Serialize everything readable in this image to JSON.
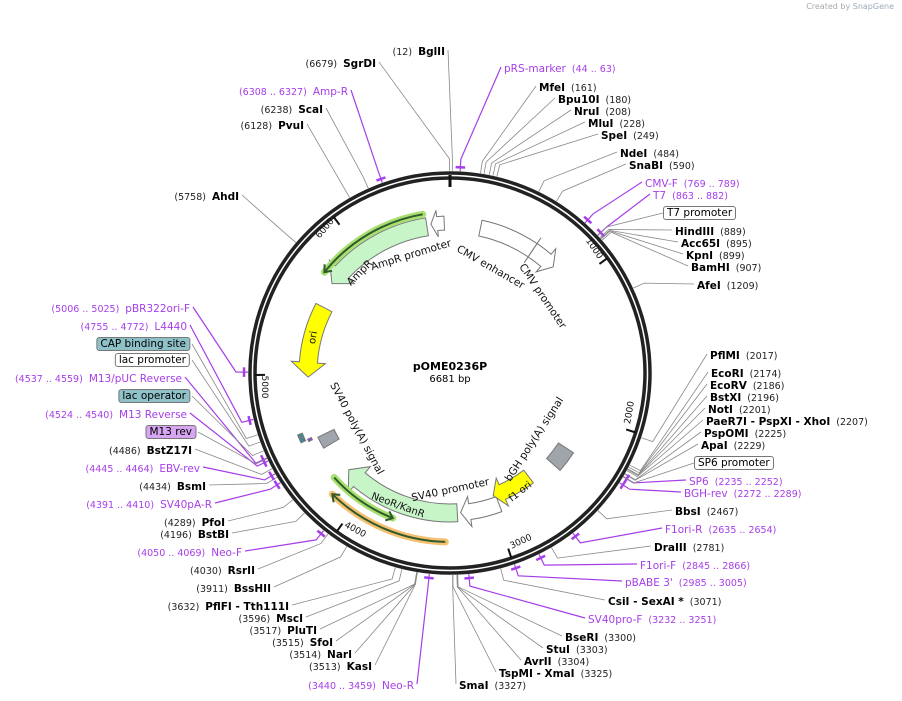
{
  "watermark": {
    "prefix": "Created by",
    "brand": "SnapGene"
  },
  "plasmid": {
    "name": "pOME0236P",
    "length_label": "6681 bp",
    "length_bp": 6681
  },
  "ticks": [
    "1000",
    "2000",
    "3000",
    "4000",
    "5000",
    "6000"
  ],
  "enzymes": [
    {
      "name": "BglII",
      "position": 12
    },
    {
      "name": "SgrDI",
      "position": 6679
    },
    {
      "name": "MfeI",
      "position": 161
    },
    {
      "name": "Bpu10I",
      "position": 180
    },
    {
      "name": "NruI",
      "position": 208
    },
    {
      "name": "MluI",
      "position": 228
    },
    {
      "name": "SpeI",
      "position": 249
    },
    {
      "name": "NdeI",
      "position": 484
    },
    {
      "name": "SnaBI",
      "position": 590
    },
    {
      "name": "HindIII",
      "position": 889
    },
    {
      "name": "Acc65I",
      "position": 895
    },
    {
      "name": "KpnI",
      "position": 899
    },
    {
      "name": "BamHI",
      "position": 907
    },
    {
      "name": "AfeI",
      "position": 1209
    },
    {
      "name": "PflMI",
      "position": 2017
    },
    {
      "name": "EcoRI",
      "position": 2174
    },
    {
      "name": "EcoRV",
      "position": 2186
    },
    {
      "name": "BstXI",
      "position": 2196
    },
    {
      "name": "NotI",
      "position": 2201
    },
    {
      "name": "PaeR7I  - PspXI  - XhoI",
      "position": 2207
    },
    {
      "name": "PspOMI",
      "position": 2225
    },
    {
      "name": "ApaI",
      "position": 2229
    },
    {
      "name": "BbsI",
      "position": 2467
    },
    {
      "name": "DraIII",
      "position": 2781
    },
    {
      "name": "CsiI  - SexAI *",
      "position": 3071
    },
    {
      "name": "BseRI",
      "position": 3300
    },
    {
      "name": "StuI",
      "position": 3303
    },
    {
      "name": "AvrII",
      "position": 3304
    },
    {
      "name": "TspMI  - XmaI",
      "position": 3325
    },
    {
      "name": "SmaI",
      "position": 3327
    },
    {
      "name": "KasI",
      "position": 3513
    },
    {
      "name": "NarI",
      "position": 3514
    },
    {
      "name": "SfoI",
      "position": 3515
    },
    {
      "name": "PluTI",
      "position": 3517
    },
    {
      "name": "MscI",
      "position": 3596
    },
    {
      "name": "PflFI  - Tth111I",
      "position": 3632
    },
    {
      "name": "BssHII",
      "position": 3911
    },
    {
      "name": "RsrII",
      "position": 4030
    },
    {
      "name": "BstBI",
      "position": 4196
    },
    {
      "name": "PfoI",
      "position": 4289
    },
    {
      "name": "BsmI",
      "position": 4434
    },
    {
      "name": "BstZ17I",
      "position": 4486
    },
    {
      "name": "AhdI",
      "position": 5758
    },
    {
      "name": "PvuI",
      "position": 6128
    },
    {
      "name": "ScaI",
      "position": 6238
    }
  ],
  "primers": [
    {
      "name": "pRS-marker",
      "range": "44 .. 63"
    },
    {
      "name": "CMV-F",
      "range": "769 .. 789"
    },
    {
      "name": "T7",
      "range": "863 .. 882"
    },
    {
      "name": "SP6",
      "range": "2235 .. 2252"
    },
    {
      "name": "BGH-rev",
      "range": "2272 .. 2289"
    },
    {
      "name": "F1ori-R",
      "range": "2635 .. 2654"
    },
    {
      "name": "F1ori-F",
      "range": "2845 .. 2866"
    },
    {
      "name": "pBABE 3'",
      "range": "2985 .. 3005"
    },
    {
      "name": "SV40pro-F",
      "range": "3232 .. 3251"
    },
    {
      "name": "Neo-R",
      "range": "3440 .. 3459"
    },
    {
      "name": "Neo-F",
      "range": "4050 .. 4069"
    },
    {
      "name": "SV40pA-R",
      "range": "4391 .. 4410"
    },
    {
      "name": "EBV-rev",
      "range": "4445 .. 4464"
    },
    {
      "name": "M13 Reverse",
      "range": "4524 .. 4540"
    },
    {
      "name": "M13/pUC Reverse",
      "range": "4537 .. 4559"
    },
    {
      "name": "L4440",
      "range": "4755 .. 4772"
    },
    {
      "name": "pBR322ori-F",
      "range": "5006 .. 5025"
    },
    {
      "name": "Amp-R",
      "range": "6308 .. 6327"
    }
  ],
  "boxed_features": [
    {
      "name": "T7 promoter",
      "color": "#ffffff"
    },
    {
      "name": "SP6 promoter",
      "color": "#ffffff"
    },
    {
      "name": "CAP binding site",
      "color": "#8fc1c8"
    },
    {
      "name": "lac promoter",
      "color": "#ffffff"
    },
    {
      "name": "lac operator",
      "color": "#8fc1c8"
    },
    {
      "name": "M13 rev",
      "color": "#d6a6f2"
    }
  ],
  "features": {
    "cmv_enhancer": "CMV enhancer",
    "cmv_promoter": "CMV promoter",
    "ampr_promoter": "AmpR promoter",
    "ampr": "AmpR",
    "ori": "ori",
    "sv40_polya": "SV40 poly(A) signal",
    "neor": "NeoR/KanR",
    "sv40_promoter": "SV40 promoter",
    "bgh_polya": "bGH poly(A) signal",
    "f1_ori": "f1 ori"
  },
  "colors": {
    "primer": "#a63ee8",
    "resistance_gene": "#c8f5c8",
    "origin": "#ffff00",
    "polya_signal": "#a0a4ab",
    "promoter": "#ffffff",
    "orf_arc": "#2f5a2a",
    "orf_glow_green": "#a8e070",
    "orf_glow_orange": "#f5c070"
  }
}
